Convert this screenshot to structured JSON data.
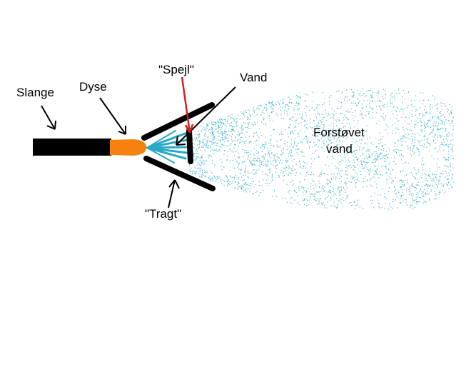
{
  "labels": {
    "slange": "Slange",
    "dyse": "Dyse",
    "spejl": "\"Spejl\"",
    "vand": "Vand",
    "forstovet_line1": "Forstøvet",
    "forstovet_line2": "vand",
    "tragt": "\"Tragt\""
  },
  "colors": {
    "hose": "#000000",
    "nozzle": "#f5820f",
    "water": "#29a9c4",
    "mirror_arrow": "#d62020",
    "outline": "#000000"
  }
}
